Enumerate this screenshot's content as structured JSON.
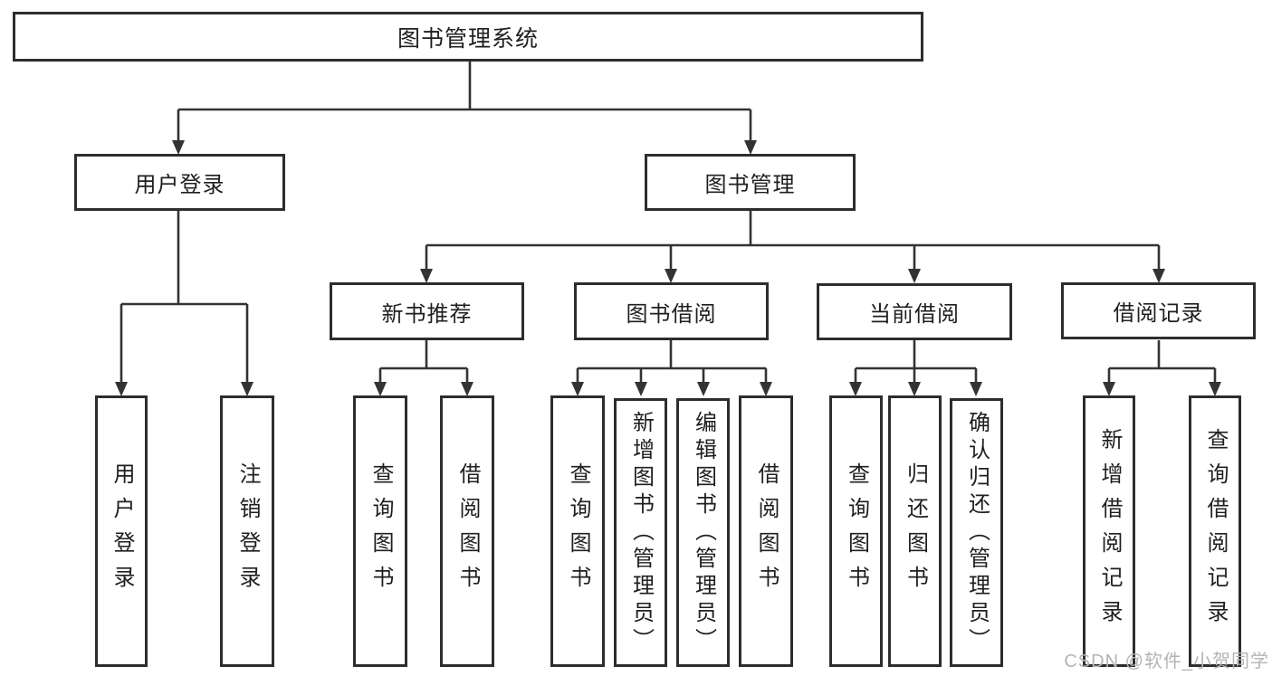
{
  "diagram_title": "图书管理系统",
  "tree": {
    "root": {
      "label": "图书管理系统"
    },
    "branches": [
      {
        "label": "用户登录",
        "children": [
          {
            "label": "用户登录"
          },
          {
            "label": "注销登录"
          }
        ]
      },
      {
        "label": "图书管理",
        "children": [
          {
            "label": "新书推荐",
            "children": [
              {
                "label": "查询图书"
              },
              {
                "label": "借阅图书"
              }
            ]
          },
          {
            "label": "图书借阅",
            "children": [
              {
                "label": "查询图书"
              },
              {
                "label": "新增图书（管理员）"
              },
              {
                "label": "编辑图书（管理员）"
              },
              {
                "label": "借阅图书"
              }
            ]
          },
          {
            "label": "当前借阅",
            "children": [
              {
                "label": "查询图书"
              },
              {
                "label": "归还图书"
              },
              {
                "label": "确认归还（管理员）"
              }
            ]
          },
          {
            "label": "借阅记录",
            "children": [
              {
                "label": "新增借阅记录"
              },
              {
                "label": "查询借阅记录"
              }
            ]
          }
        ]
      }
    ]
  },
  "watermark": {
    "text": "CSDN @软件_小贺同学"
  },
  "colors": {
    "line_color": "#333333",
    "box_border": "#2d2d2d",
    "box_bg": "#ffffff",
    "text_color": "#1f1f1f",
    "watermark_color": "#b4b4b4",
    "page_bg": "#ffffff"
  }
}
